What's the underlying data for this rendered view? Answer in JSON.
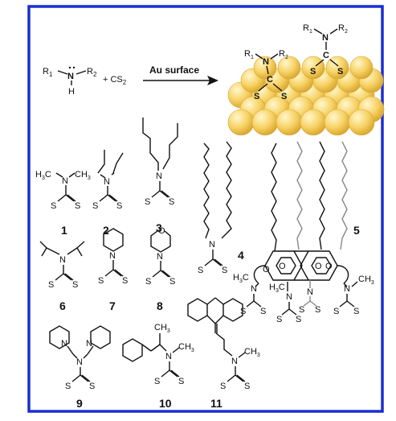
{
  "arrow_label": "Au surface",
  "reaction": {
    "r1": "R",
    "r1_sub": "1",
    "r2": "R",
    "r2_sub": "2",
    "n": "N",
    "h": "H",
    "plus_cs2": "+ CS",
    "cs2_sub": "2"
  },
  "surface_labels": {
    "r1": "R",
    "r1_sub": "1",
    "r2": "R",
    "r2_sub": "2",
    "n": "N",
    "c": "C",
    "s": "S"
  },
  "compounds": [
    {
      "id": "1",
      "label": "1"
    },
    {
      "id": "2",
      "label": "2"
    },
    {
      "id": "3",
      "label": "3"
    },
    {
      "id": "4",
      "label": "4"
    },
    {
      "id": "5",
      "label": "5"
    },
    {
      "id": "6",
      "label": "6"
    },
    {
      "id": "7",
      "label": "7"
    },
    {
      "id": "8",
      "label": "8"
    },
    {
      "id": "9",
      "label": "9"
    },
    {
      "id": "10",
      "label": "10"
    },
    {
      "id": "11",
      "label": "11"
    }
  ],
  "atom_labels": {
    "h3c": "H",
    "h3c_sub": "3",
    "h3c_c": "C",
    "ch3": "CH",
    "ch3_sub": "3",
    "n": "N",
    "s": "S",
    "o": "O"
  },
  "colors": {
    "frame": "#1a2fd0",
    "gold_light": "#fff3b0",
    "gold_mid": "#f5cf5a",
    "gold_dark": "#c99a1e"
  }
}
